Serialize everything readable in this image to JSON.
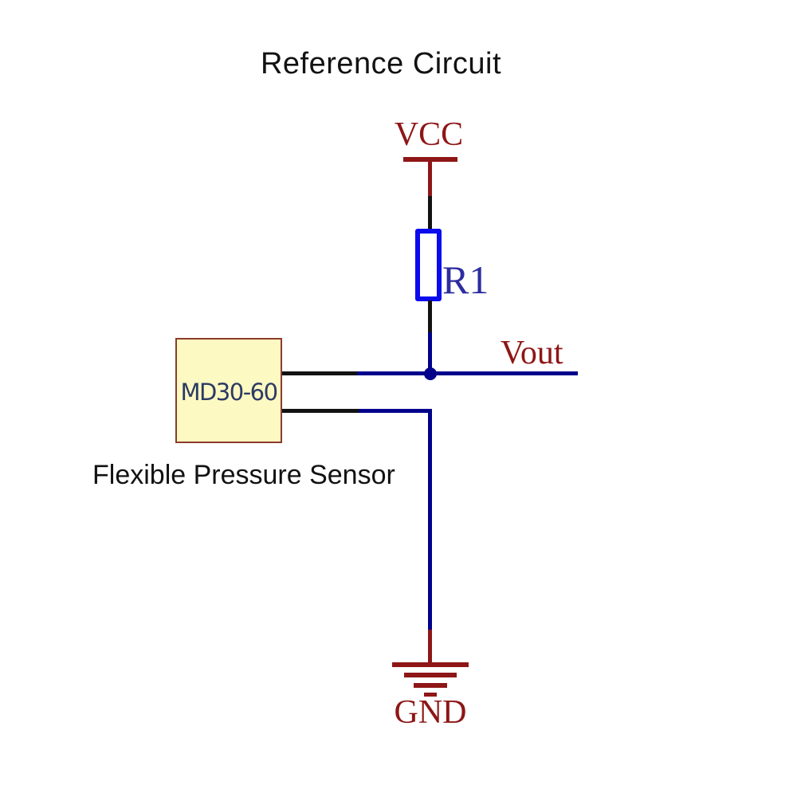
{
  "title": "Reference Circuit",
  "colors": {
    "canvas_bg": "#ffffff",
    "text_black": "#121212",
    "wire_black": "#121212",
    "wire_navy": "#00008b",
    "dark_red": "#8e1616",
    "resistor_blue": "#0b0bee",
    "r1_text": "#2d2da0",
    "component_fill": "#fcf9c2",
    "component_border": "#8c3b2a",
    "component_text": "#2c3a64"
  },
  "schematic": {
    "power_label": "VCC",
    "resistor_label": "R1",
    "output_label": "Vout",
    "ground_label": "GND",
    "component_label": "MD30-60",
    "component_caption": "Flexible Pressure Sensor"
  }
}
